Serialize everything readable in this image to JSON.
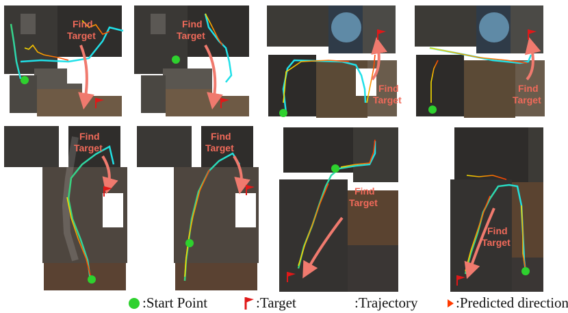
{
  "panels": [
    {
      "id": "top-1",
      "label": "Find Target"
    },
    {
      "id": "top-2",
      "label": "Find Target"
    },
    {
      "id": "top-3",
      "label": "Find Target"
    },
    {
      "id": "top-4",
      "label": "Find Target"
    },
    {
      "id": "bottom-1",
      "label": "Find Target"
    },
    {
      "id": "bottom-2",
      "label": "Find Target"
    },
    {
      "id": "bottom-3",
      "label": "Find Target"
    },
    {
      "id": "bottom-4",
      "label": "Find Target"
    }
  ],
  "colors": {
    "start_point": "#2ed12e",
    "target_flag": "#e01818",
    "trajectory_a": "#20e0e8",
    "trajectory_b": "#3ad07a",
    "arrow_from": "#f5e000",
    "arrow_to": "#ff3a00",
    "find_label": "#f06a5a",
    "find_arrow": "#f07a6e"
  },
  "legend": {
    "start": ":Start Point",
    "target": ":Target",
    "trajectory": ":Trajectory",
    "predicted": ":Predicted  direction"
  }
}
